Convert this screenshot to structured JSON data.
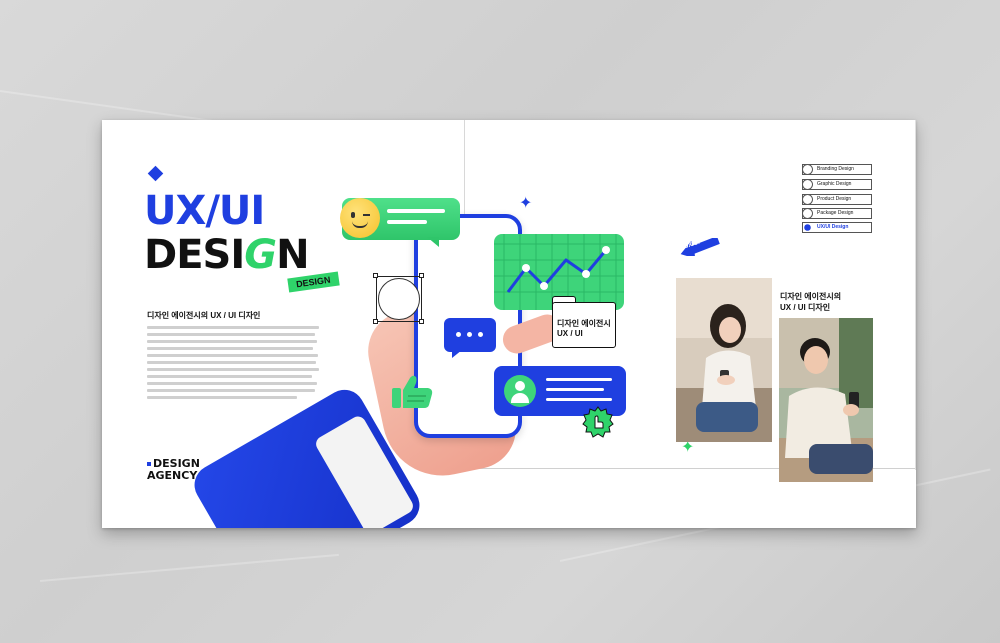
{
  "colors": {
    "accent_blue": "#1f3fe0",
    "accent_green": "#2fd36a",
    "background": "#d4d4d4",
    "paper": "#ffffff"
  },
  "left_page": {
    "title_line1": "UX/UI",
    "title_line2_a": "DESI",
    "title_line2_g": "G",
    "title_line2_b": "N",
    "design_tag": "DESIGN",
    "subhead": "디자인 에이전시의 UX / UI 디자인",
    "agency_line1": "DESIGN",
    "agency_line2": "AGENCY"
  },
  "illustration": {
    "folder_label_line1": "디자인 에이전시",
    "folder_label_line2": "UX / UI",
    "icons": [
      "smiley-icon",
      "chat-bubble-icon",
      "line-chart-icon",
      "folder-icon",
      "profile-icon",
      "thumbs-up-icon",
      "cursor-hand-icon",
      "sparkle-icon"
    ]
  },
  "right_page": {
    "menu": [
      {
        "label": "Branding Design",
        "active": false
      },
      {
        "label": "Graphic Design",
        "active": false
      },
      {
        "label": "Product Design",
        "active": false
      },
      {
        "label": "Package Design",
        "active": false
      },
      {
        "label": "UX/UI Design",
        "active": true
      }
    ],
    "arrow_label": "UX/UI",
    "photo_caption_line1": "디자인 에이전시의",
    "photo_caption_line2": "UX / UI 디자인"
  }
}
